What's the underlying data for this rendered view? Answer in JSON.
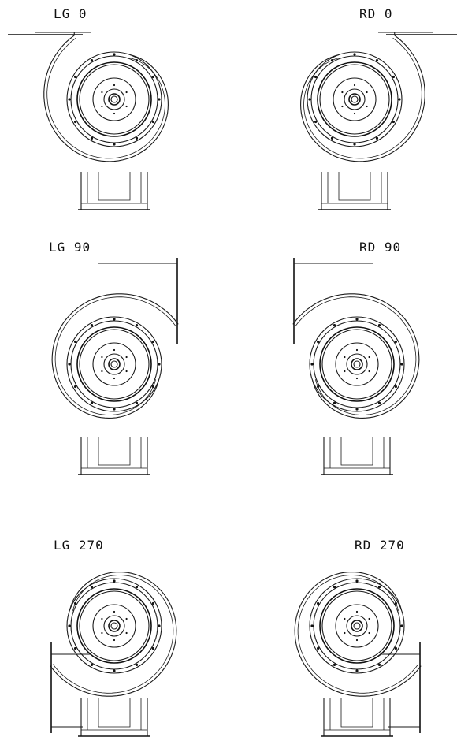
{
  "views": [
    {
      "id": "lg-0",
      "label": "LG 0",
      "hand": "left",
      "angle": 0
    },
    {
      "id": "rd-0",
      "label": "RD 0",
      "hand": "right",
      "angle": 0
    },
    {
      "id": "lg-90",
      "label": "LG 90",
      "hand": "left",
      "angle": 90
    },
    {
      "id": "rd-90",
      "label": "RD 90",
      "hand": "right",
      "angle": 90
    },
    {
      "id": "lg-270",
      "label": "LG 270",
      "hand": "left",
      "angle": 270
    },
    {
      "id": "rd-270",
      "label": "RD 270",
      "hand": "right",
      "angle": 270
    }
  ],
  "colors": {
    "line": "#1a1a1a",
    "background": "#ffffff"
  }
}
